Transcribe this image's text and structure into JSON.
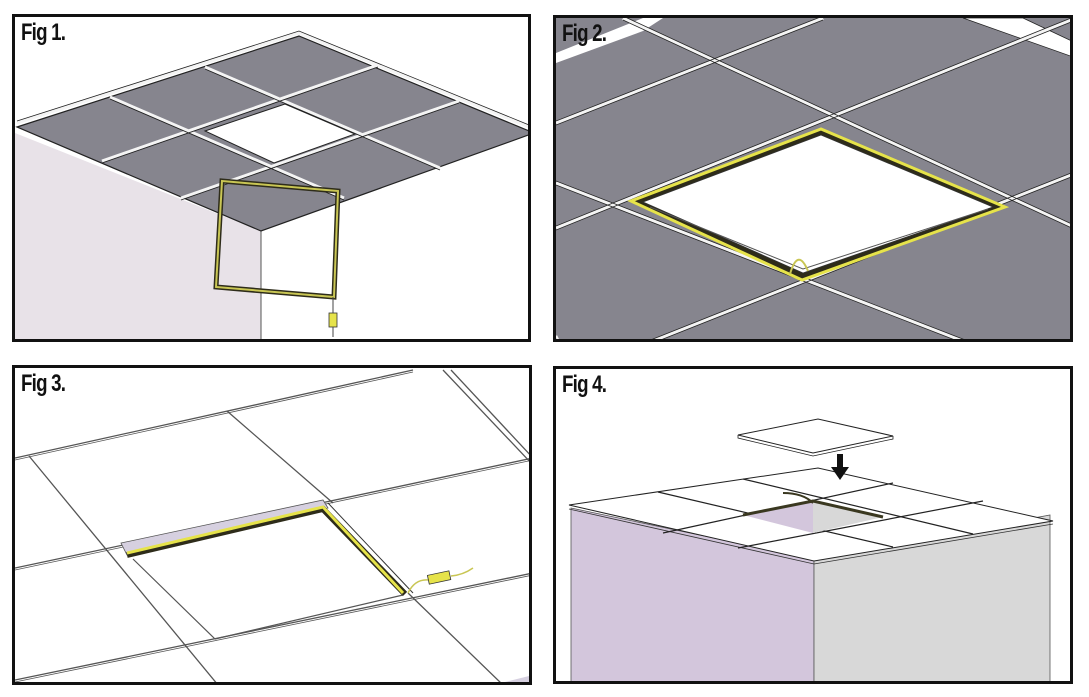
{
  "document": {
    "type": "installation-diagram",
    "subject": "Recessed LED panel installation in suspended ceiling grid"
  },
  "colors": {
    "tile_gray": "#86858e",
    "grid_white": "#f4f4f4",
    "frame_yellow": "#e6e34a",
    "frame_dark": "#2e2c1a",
    "wall_lavender": "#e8e2e8",
    "wall_purple": "#d3c6dc",
    "wall_gray": "#d8d8d8",
    "border": "#111111"
  },
  "figures": [
    {
      "id": "fig1",
      "label": "Fig 1.",
      "description": "Ceiling grid viewed from below with one tile removed; mounting frame with driver being raised into the opening"
    },
    {
      "id": "fig2",
      "label": "Fig 2.",
      "description": "Frame seated in the grid opening, close-up from below"
    },
    {
      "id": "fig3",
      "label": "Fig 3.",
      "description": "View from above: frame resting on grid with LED driver placed beside it"
    },
    {
      "id": "fig4",
      "label": "Fig 4.",
      "description": "Replacing the ceiling tile over the frame, arrow indicating downward placement"
    }
  ]
}
